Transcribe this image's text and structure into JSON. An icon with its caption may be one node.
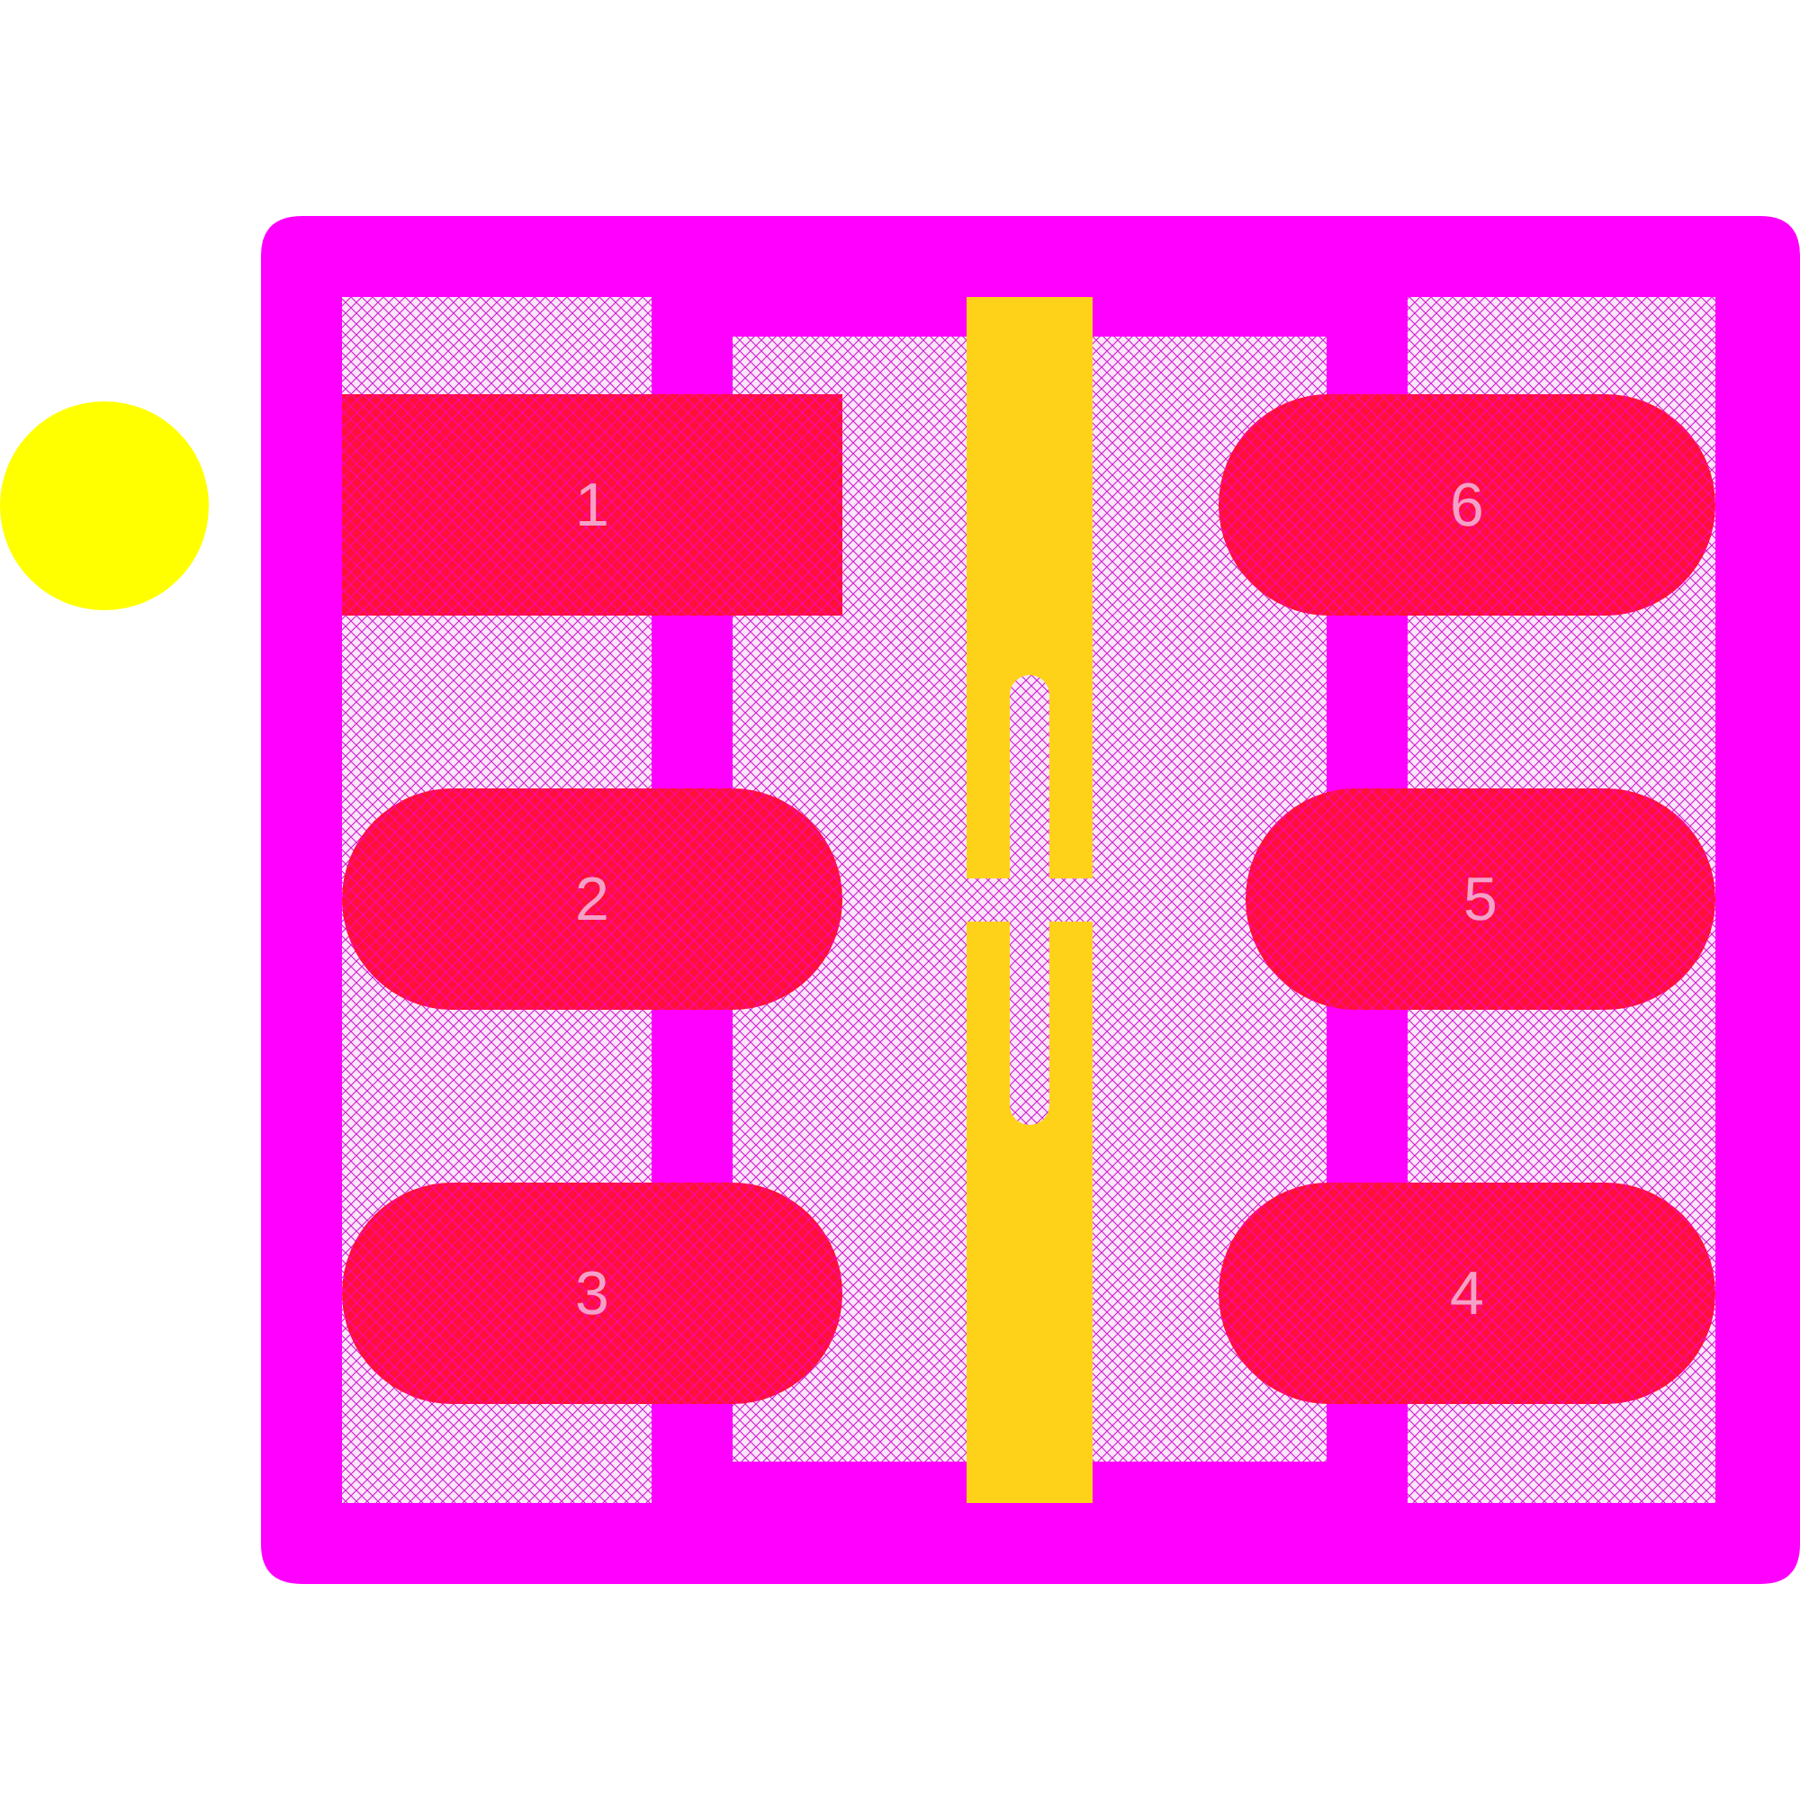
{
  "diagram": {
    "nodes": [
      {
        "text": [],
        "shape": "circle"
      },
      {
        "text": [
          "1"
        ]
      },
      {
        "text": [
          "6"
        ]
      },
      {
        "text": [
          "2"
        ]
      },
      {
        "text": [
          "5"
        ]
      },
      {
        "text": [
          "3"
        ]
      },
      {
        "text": [
          "4"
        ]
      }
    ]
  }
}
